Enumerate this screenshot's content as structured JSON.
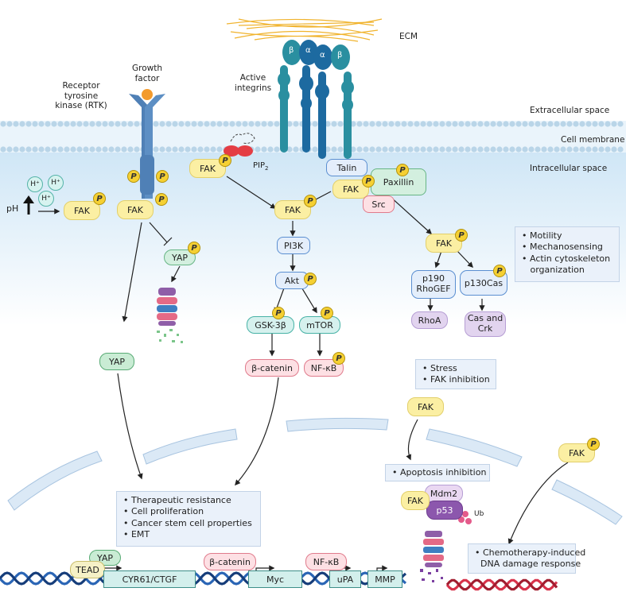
{
  "space_labels": {
    "ecm": "ECM",
    "extracellular": "Extracellular space",
    "membrane": "Cell membrane",
    "intracellular": "Intracellular space"
  },
  "receptors": {
    "rtk_line1": "Receptor",
    "rtk_line2": "tyrosine",
    "rtk_line3": "kinase (RTK)",
    "gf_line1": "Growth",
    "gf_line2": "factor",
    "integrin_line1": "Active",
    "integrin_line2": "integrins",
    "beta": "β",
    "alpha": "α",
    "pip2": "PIP",
    "pip2_sub": "2"
  },
  "ph": {
    "label": "pH",
    "ion": "H⁺"
  },
  "phospho": "P",
  "nodes": {
    "fak": "FAK",
    "yap": "YAP",
    "talin": "Talin",
    "paxillin": "Paxillin",
    "src": "Src",
    "pi3k": "PI3K",
    "akt": "Akt",
    "gsk3b": "GSK-3β",
    "mtor": "mTOR",
    "beta_catenin": "β-catenin",
    "nfkb": "NF-κB",
    "p190_line1": "p190",
    "p190_line2": "RhoGEF",
    "p130cas": "p130Cas",
    "rhoa": "RhoA",
    "cas_line1": "Cas and",
    "cas_line2": "Crk",
    "mdm2": "Mdm2",
    "p53": "p53",
    "ub": "Ub",
    "tead": "TEAD"
  },
  "boxes": {
    "motility": [
      "• Motility",
      "• Mechanosensing",
      "• Actin cytoskeleton",
      "   organization"
    ],
    "stress": [
      "• Stress",
      "• FAK inhibition"
    ],
    "apoptosis": [
      "• Apoptosis inhibition"
    ],
    "nucleus": [
      "• Therapeutic resistance",
      "• Cell proliferation",
      "• Cancer stem cell properties",
      "• EMT"
    ],
    "chemo": [
      "• Chemotherapy-induced",
      "  DNA damage response"
    ]
  },
  "genes": {
    "cyr61": "CYR61/CTGF",
    "myc": "Myc",
    "upa": "uPA",
    "mmp": "MMP"
  },
  "colors": {
    "membrane": "#cfe6f6",
    "fak_fill": "#fbefa3",
    "phospho_fill": "#f5d033",
    "dna_blue": "#2a65b5",
    "dna_red": "#d8324a",
    "integrin": "#1e7f8e",
    "rtk": "#4f80b6",
    "nuclear_envelope": "#dbe9f6"
  }
}
